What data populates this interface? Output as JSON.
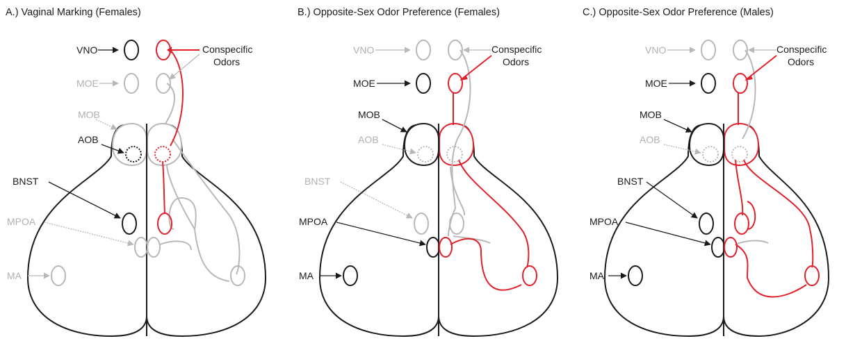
{
  "colors": {
    "active": "#1a1a1a",
    "inactive": "#b8b8b8",
    "circuit": "#e0202a"
  },
  "panels": [
    {
      "title": "A.) Vaginal Marking (Females)",
      "labels": {
        "vno": "VNO",
        "moe": "MOE",
        "mob": "MOB",
        "aob": "AOB",
        "bnst": "BNST",
        "mpoa": "MPOA",
        "ma": "MA",
        "odors": "Conspecific\nOdors"
      }
    },
    {
      "title": "B.) Opposite-Sex Odor Preference (Females)",
      "labels": {
        "vno": "VNO",
        "moe": "MOE",
        "mob": "MOB",
        "aob": "AOB",
        "bnst": "BNST",
        "mpoa": "MPOA",
        "ma": "MA",
        "odors": "Conspecific\nOdors"
      }
    },
    {
      "title": "C.) Opposite-Sex Odor Preference (Males)",
      "labels": {
        "vno": "VNO",
        "moe": "MOE",
        "mob": "MOB",
        "aob": "AOB",
        "bnst": "BNST",
        "mpoa": "MPOA",
        "ma": "MA",
        "odors": "Conspecific\nOdors"
      }
    }
  ]
}
